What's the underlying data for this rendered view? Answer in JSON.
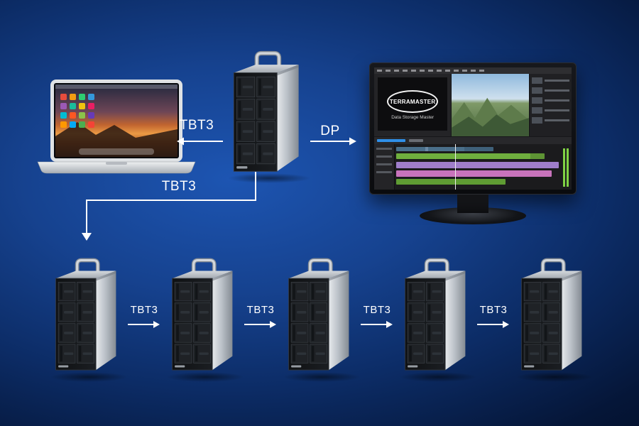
{
  "connections": {
    "laptop_link_label": "TBT3",
    "display_link_label": "DP",
    "daisy_chain_label": "TBT3",
    "chain_link_labels": [
      "TBT3",
      "TBT3",
      "TBT3",
      "TBT3"
    ]
  },
  "monitor": {
    "screen_logo_title": "TERRAMASTER",
    "screen_logo_subtitle": "Data Storage Master"
  },
  "devices": {
    "laptop": "macbook-laptop",
    "main_storage": "thunderbolt-das-tower",
    "display": "monitor-with-video-editing-software",
    "chain_tower_count": 5
  },
  "colors": {
    "background_center": "#1d55b2",
    "background_edge": "#020a1e",
    "label_text": "#ffffff",
    "arrow": "#ffffff",
    "timeline_green": "#6fae3e",
    "timeline_violet": "#9f7ecb",
    "timeline_magenta": "#c873bb"
  }
}
